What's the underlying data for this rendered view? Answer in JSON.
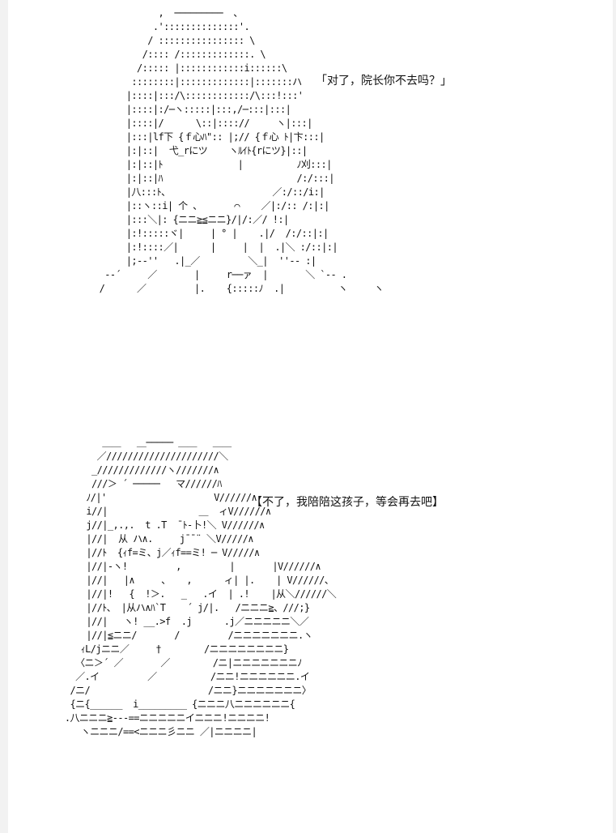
{
  "dialogue": {
    "line1": "「对了，院长你不去吗？」",
    "line2": "【不了，我陪陪这孩子，等会再去吧】"
  },
  "art": {
    "figure1": [
      "            ,  ─────────  、",
      "           .'::::::::::::::'.",
      "          / :::::::::::::::: \\",
      "         /:::: /:::::::::::::. \\",
      "        /::::: |::::::::::::i::::::\\",
      "       ::::::::|:::::::::::::|:::::::ハ",
      "      |::::|:::/\\::::::::::::/\\:::!:::'",
      "      |::::|:/─ヽ:::::|:::,/─:::|:::|",
      "      |::::|/      \\::|:::://     ヽ|:::|",
      "      |:::|lf下 {ｆ心ﾊ\":: |;// {ｆ心 ﾄ|卞:::|",
      "      |:|::|  弋_rにツ    ヽﾙｲﾄ{rにツ}|::|",
      "      |:|::|ﾄ              |          ﾉ刈:::|",
      "      |:|::|ﾊ                         /:/:::|",
      "      |八:::ﾄ、                   ／:/::/i:|",
      "      |::ヽ::i| 个 、      ⌒    ／|:/:: /:|:|",
      "      |:::＼|: {ニニ≧≦ニニ}/|/:／/ !:|",
      "      |:!:::::ヾ|     | ° |    .|/  /:/::|:|",
      "      |:!::::／|      |     |  |  .|＼ :/::|:|",
      "      |;-‐''   .|_／         ＼_|  ''‐- :|",
      "  --´     ／       |     r──ァ  |       ＼ `-‐ .",
      " /      ／         |.    {:::::ﾉ  .|          ヽ     ヽ"
    ],
    "figure2": [
      "          ＿＿   ＿───── ＿＿   ＿＿",
      "         ／/////////////////////＼",
      "        _/////////////ヽ///////∧",
      "        ///＞ ´ ─────   マ//////ﾊ",
      "       ﾉ/|'                    V//////∧",
      "       i//|                 ＿  ィV//////∧",
      "       j//|_,.,.  t .T  ¯ﾄ-卜!＼ V//////∧",
      "       |//|  从 ハ∧.     j¯¯¨ ＼V/////∧",
      "       |//ﾄ  {ｨf=ミ、j／ｨf==ミ! ─ V/////∧",
      "       |//|-ヽ!         ,         |       |V//////∧",
      "       |//|   |∧     、   ,      ィ| |.    | V//////、",
      "       |//|!   {  !＞.   _   .イ  | .!    |从＼//////＼",
      "       |//ﾄ、 |从ハ∧ﾊ`T    ´ j/|.   /ニニニ≧、///;}",
      "       |//|   ヽ! __.>f  .j      .j／ニニニニニ＼／",
      "       |//|≦ニニ/       /         /ニニニニニニニ.ヽ",
      "      ｨL/jニニ／     †        /ニニニニニニニニ}",
      "     〈ニ＞´ ／       ／        /ニ|ニニニニニニニﾉ",
      "     ／.イ         ／          /ニニ!ニニニニニニ.イ",
      "    /ニ/                      /ニニ}ニニニニニニニ〉",
      "    {ニ{______  i_________ {ニニニ八ニニニニニニ{",
      "   .八ニニニ≧-‐‐==ニニニニニイニニニ!ニニニニ!",
      "      ヽニニニ/==<ニニニ彡ニニ ／|ニニニニ|"
    ]
  }
}
